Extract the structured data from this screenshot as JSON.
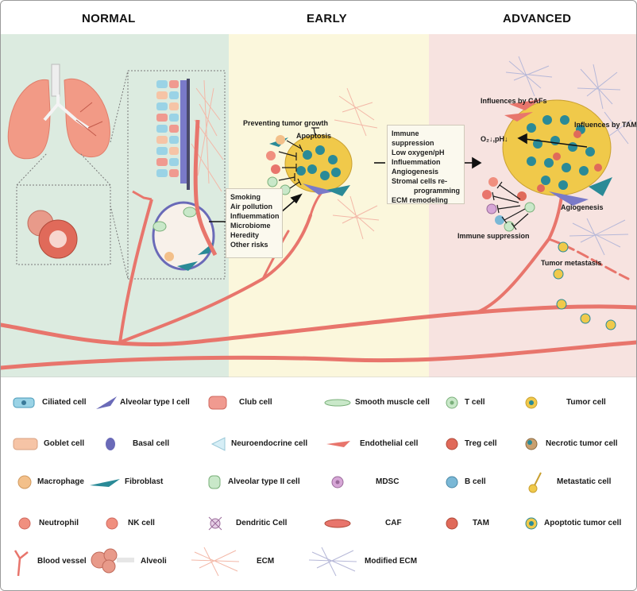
{
  "headers": {
    "normal": "NORMAL",
    "early": "EARLY",
    "advanced": "ADVANCED"
  },
  "colors": {
    "normal_bg": "#dcebe0",
    "early_bg": "#fbf7dc",
    "advanced_bg": "#f7e3e0",
    "vessel": "#e8756c",
    "tumor": "#f0c94a",
    "fibroblast": "#2a8a97",
    "ecm": "#f3b8a8",
    "modified_ecm": "#b6b8d8"
  },
  "early_labels": {
    "preventing": "Preventing tumor growth",
    "apoptosis": "Apoptosis"
  },
  "risk_factors": [
    "Smoking",
    "Air pollution",
    "Influemmation",
    "Microbiome",
    "Heredity",
    "Other risks"
  ],
  "advanced_factors": [
    "Immune suppression",
    "Low oxygen/pH",
    "Influemmation",
    "Angiogenesis",
    "Stromal cells re-",
    "programming",
    "ECM remodeling"
  ],
  "advanced_labels": {
    "cafs": "Influences by CAFs",
    "tams": "Influences by TAMs",
    "o2": "O₂↓,pH↓",
    "angiogenesis": "Agiogenesis",
    "immune": "Immune suppression",
    "metastasis": "Tumor metastasis"
  },
  "legend": [
    {
      "label": "Ciliated cell",
      "icon": "ciliated-cell-icon"
    },
    {
      "label": "Alveolar type I cell",
      "icon": "alveolar-type-1-icon"
    },
    {
      "label": "Club cell",
      "icon": "club-cell-icon"
    },
    {
      "label": "Smooth muscle cell",
      "icon": "smooth-muscle-icon"
    },
    {
      "label": "T cell",
      "icon": "t-cell-icon"
    },
    {
      "label": "Tumor cell",
      "icon": "tumor-cell-icon"
    },
    {
      "label": "Goblet cell",
      "icon": "goblet-cell-icon"
    },
    {
      "label": "Basal cell",
      "icon": "basal-cell-icon"
    },
    {
      "label": "Neuroendocrine cell",
      "icon": "neuroendocrine-icon"
    },
    {
      "label": "Endothelial cell",
      "icon": "endothelial-icon"
    },
    {
      "label": "Treg cell",
      "icon": "treg-cell-icon"
    },
    {
      "label": "Necrotic tumor cell",
      "icon": "necrotic-tumor-icon"
    },
    {
      "label": "Macrophage",
      "icon": "macrophage-icon"
    },
    {
      "label": "Fibroblast",
      "icon": "fibroblast-icon"
    },
    {
      "label": "Alveolar type II cell",
      "icon": "alveolar-type-2-icon"
    },
    {
      "label": "MDSC",
      "icon": "mdsc-icon"
    },
    {
      "label": "B cell",
      "icon": "b-cell-icon"
    },
    {
      "label": "Metastatic cell",
      "icon": "metastatic-cell-icon"
    },
    {
      "label": "Neutrophil",
      "icon": "neutrophil-icon"
    },
    {
      "label": "NK cell",
      "icon": "nk-cell-icon"
    },
    {
      "label": "Dendritic Cell",
      "icon": "dendritic-cell-icon"
    },
    {
      "label": "CAF",
      "icon": "caf-icon"
    },
    {
      "label": "TAM",
      "icon": "tam-icon"
    },
    {
      "label": "Apoptotic tumor cell",
      "icon": "apoptotic-tumor-icon"
    },
    {
      "label": "Blood vessel",
      "icon": "blood-vessel-icon"
    },
    {
      "label": "Alveoli",
      "icon": "alveoli-icon"
    },
    {
      "label": "ECM",
      "icon": "ecm-icon"
    },
    {
      "label": "Modified ECM",
      "icon": "modified-ecm-icon"
    }
  ]
}
